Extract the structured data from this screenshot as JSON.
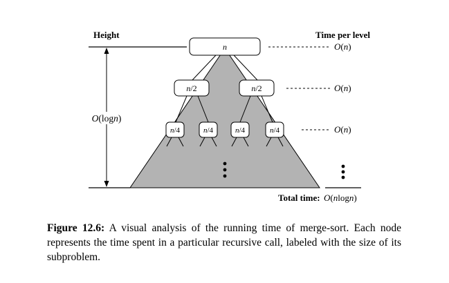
{
  "diagram": {
    "height_label": "Height",
    "height_value": "O(log n)",
    "time_label": "Time per level",
    "levels": [
      {
        "node_label": "n",
        "time": "O(n)"
      },
      {
        "node_label": "n/2",
        "time": "O(n)"
      },
      {
        "node_label": "n/4",
        "time": "O(n)"
      }
    ],
    "total_label": "Total time:",
    "total_value": "O(n log n)"
  },
  "caption": {
    "label": "Figure 12.6:",
    "text": "A visual analysis of the running time of merge-sort. Each node represents the time spent in a particular recursive call, labeled with the size of its subproblem."
  }
}
